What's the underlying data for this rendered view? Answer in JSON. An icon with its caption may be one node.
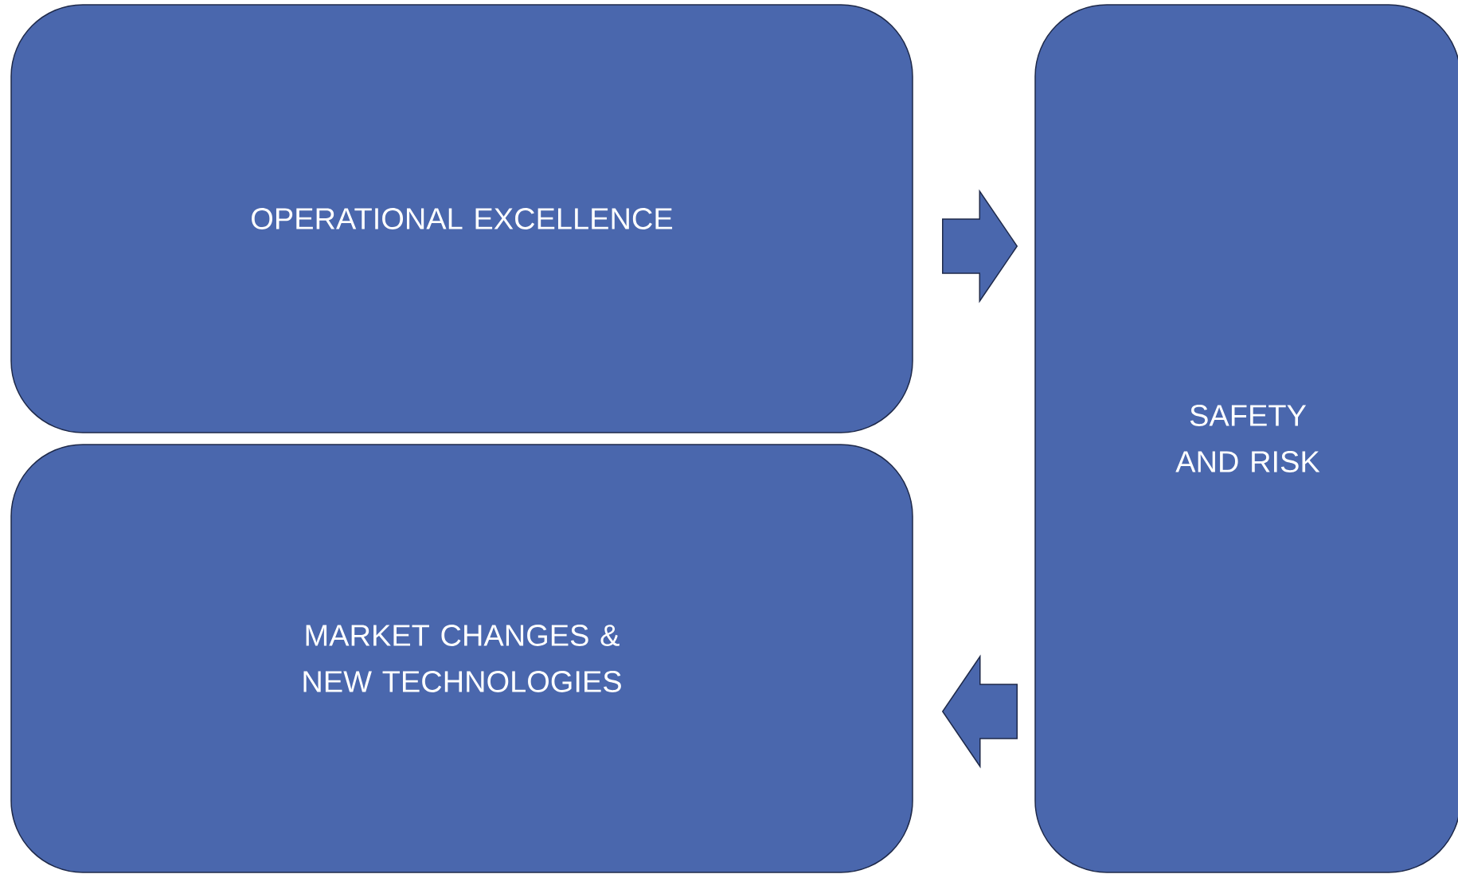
{
  "diagram": {
    "nodes": [
      {
        "text": [
          "OPERATIONAL EXCELLENCE"
        ]
      },
      {
        "text": [
          "MARKET CHANGES & NEW TECHNOLOGIES"
        ]
      },
      {
        "text": [
          "SAFETY AND RISK"
        ]
      }
    ],
    "edges": [
      {
        "from": 0,
        "to": 2,
        "arrow": "to"
      },
      {
        "from": 2,
        "to": 1,
        "arrow": "to"
      }
    ]
  }
}
